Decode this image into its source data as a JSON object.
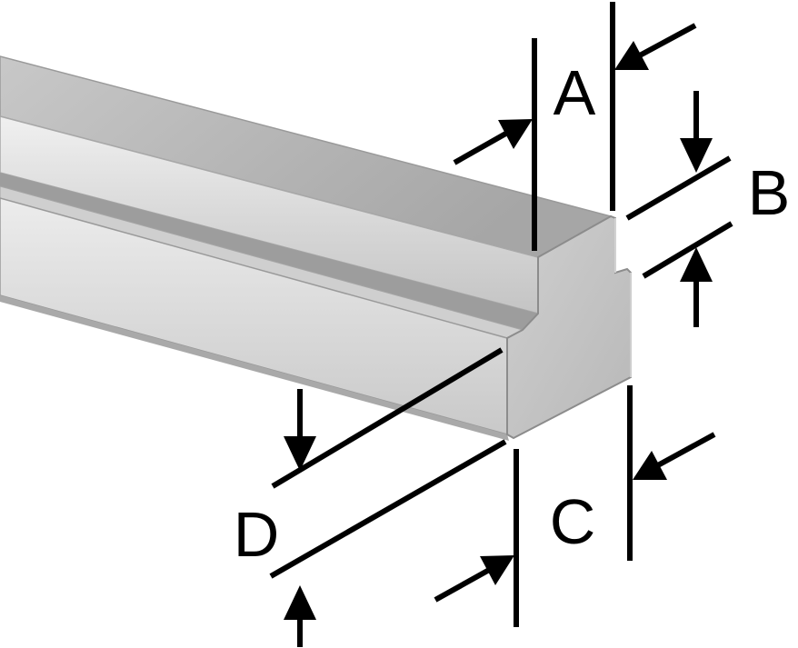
{
  "dimensions": [
    {
      "id": "A",
      "label": "A"
    },
    {
      "id": "B",
      "label": "B"
    },
    {
      "id": "C",
      "label": "C"
    },
    {
      "id": "D",
      "label": "D"
    }
  ],
  "colors": {
    "top_face_light": "#bdbdbd",
    "top_face_dark": "#a9a9a9",
    "side_face_light": "#e4e4e4",
    "side_face_dark": "#c9c9c9",
    "end_face": "#c2c2c2",
    "edge": "#8f8f8f",
    "ink": "#000000"
  }
}
